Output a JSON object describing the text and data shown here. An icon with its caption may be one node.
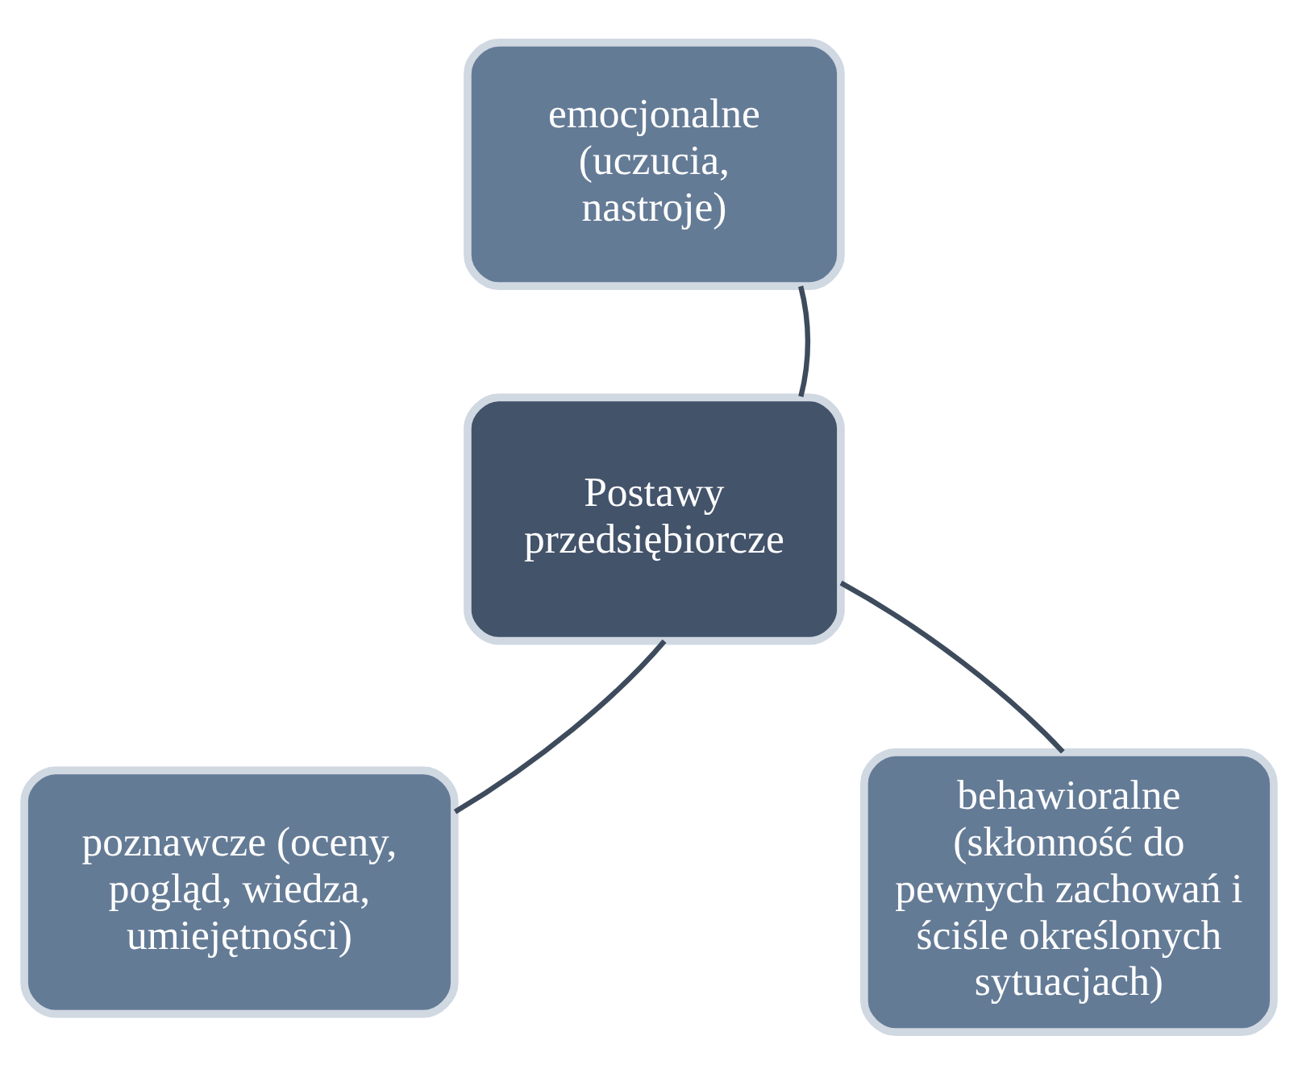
{
  "diagram": {
    "nodes": [
      {
        "text": [
          "Postawy przedsiębiorcze"
        ]
      },
      {
        "text": [
          "emocjonalne (uczucia, nastroje)"
        ]
      },
      {
        "text": [
          "poznawcze (oceny, pogląd, wiedza, umiejętności)"
        ]
      },
      {
        "text": [
          "behawioralne (skłonność do pewnych zachowań i ściśle określonych sytuacjach)"
        ]
      }
    ],
    "edges": [
      {
        "from": 0,
        "to": 1,
        "arrow": "none"
      },
      {
        "from": 0,
        "to": 2,
        "arrow": "none"
      },
      {
        "from": 0,
        "to": 3,
        "arrow": "none"
      }
    ]
  }
}
